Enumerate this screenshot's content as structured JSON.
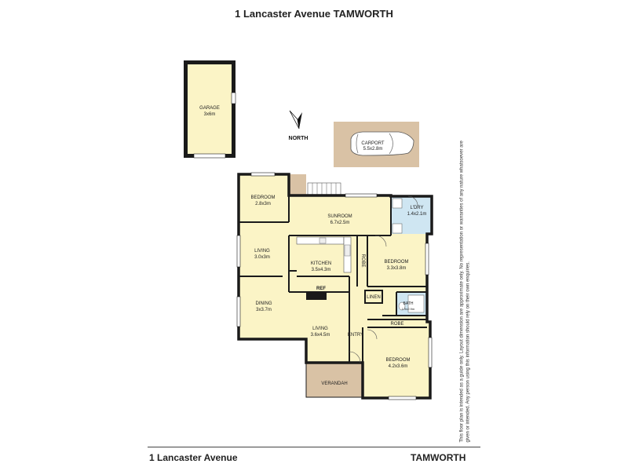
{
  "title": "1 Lancaster Avenue TAMWORTH",
  "footer": {
    "address": "1 Lancaster Avenue",
    "suburb": "TAMWORTH"
  },
  "north_label": "NORTH",
  "disclaimer": "This floor plan is intended as a guide only. Layout dimension are approximate only. No representation or warranties of any nature whatsoever are given or intended. Any person using this information should rely on their own enquiries.",
  "colors": {
    "room_fill": "#fbf4c6",
    "wall": "#1a1a1a",
    "outdoor_fill": "#d9c2a5",
    "wet_fill": "#cfe6f2"
  },
  "rooms": {
    "garage": {
      "name": "GARAGE",
      "size": "3x6m"
    },
    "carport": {
      "name": "CARPORT",
      "size": "5.5x2.8m"
    },
    "bedroom1": {
      "name": "BEDROOM",
      "size": "2.8x3m"
    },
    "sunroom": {
      "name": "SUNROOM",
      "size": "6.7x2.5m"
    },
    "laundry": {
      "name": "L'DRY",
      "size": "1.4x2.1m"
    },
    "living1": {
      "name": "LIVING",
      "size": "3.0x3m"
    },
    "kitchen": {
      "name": "KITCHEN",
      "size": "3.5x4.3m"
    },
    "robe1": {
      "name": "ROBE"
    },
    "bedroom2": {
      "name": "BEDROOM",
      "size": "3.3x3.8m"
    },
    "ref": {
      "name": "REF"
    },
    "linen": {
      "name": "LINEN"
    },
    "bath": {
      "name": "BATH",
      "size": "1.9x2.9m"
    },
    "dining": {
      "name": "DINING",
      "size": "3x3.7m"
    },
    "robe2": {
      "name": "ROBE"
    },
    "living2": {
      "name": "LIVING",
      "size": "3.6x4.5m"
    },
    "entry": {
      "name": "ENTRY"
    },
    "bedroom3": {
      "name": "BEDROOM",
      "size": "4.2x3.6m"
    },
    "verandah": {
      "name": "VERANDAH"
    }
  }
}
